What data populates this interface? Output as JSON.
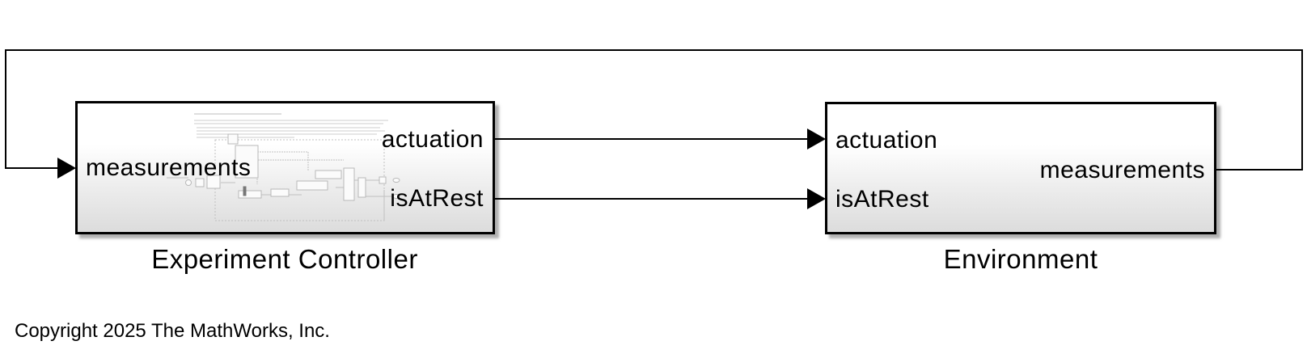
{
  "canvas": {
    "copyright": "Copyright 2025 The MathWorks, Inc."
  },
  "colors": {
    "background": "#ffffff",
    "block_border": "#000000",
    "block_fill_top": "#ffffff",
    "block_fill_bottom": "#dcdcdc",
    "wire": "#000000",
    "preview_line": "#c4c4c4"
  },
  "blocks": [
    {
      "name": "Experiment Controller",
      "type": "subsystem",
      "inputs": [
        "measurements"
      ],
      "outputs": [
        "actuation",
        "isAtRest"
      ]
    },
    {
      "name": "Environment",
      "type": "subsystem",
      "inputs": [
        "actuation",
        "isAtRest"
      ],
      "outputs": [
        "measurements"
      ]
    }
  ],
  "connections": [
    {
      "from": "Experiment Controller/actuation",
      "to": "Environment/actuation"
    },
    {
      "from": "Experiment Controller/isAtRest",
      "to": "Environment/isAtRest"
    },
    {
      "from": "Environment/measurements",
      "to": "Experiment Controller/measurements",
      "routing": "feedback-loop-around-top"
    }
  ]
}
